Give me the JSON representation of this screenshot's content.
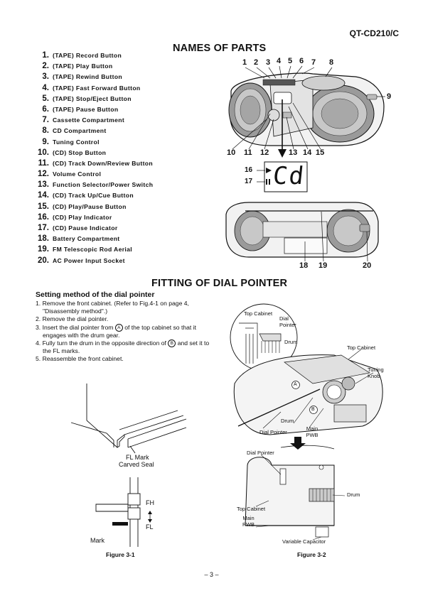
{
  "header": {
    "model": "QT-CD210/C"
  },
  "names_section": {
    "title": "NAMES OF PARTS",
    "parts": [
      {
        "num": "1.",
        "label": "(TAPE) Record Button"
      },
      {
        "num": "2.",
        "label": "(TAPE) Play Button"
      },
      {
        "num": "3.",
        "label": "(TAPE) Rewind Button"
      },
      {
        "num": "4.",
        "label": "(TAPE) Fast Forward Button"
      },
      {
        "num": "5.",
        "label": "(TAPE) Stop/Eject Button"
      },
      {
        "num": "6.",
        "label": "(TAPE) Pause Button"
      },
      {
        "num": "7.",
        "label": "Cassette Compartment"
      },
      {
        "num": "8.",
        "label": "CD Compartment"
      },
      {
        "num": "9.",
        "label": "Tuning Control"
      },
      {
        "num": "10.",
        "label": "(CD) Stop Button"
      },
      {
        "num": "11.",
        "label": "(CD) Track Down/Review Button"
      },
      {
        "num": "12.",
        "label": "Volume Control"
      },
      {
        "num": "13.",
        "label": "Function Selector/Power Switch"
      },
      {
        "num": "14.",
        "label": "(CD) Track Up/Cue Button"
      },
      {
        "num": "15.",
        "label": "(CD) Play/Pause Button"
      },
      {
        "num": "16.",
        "label": "(CD) Play Indicator"
      },
      {
        "num": "17.",
        "label": "(CD) Pause Indicator"
      },
      {
        "num": "18.",
        "label": "Battery Compartment"
      },
      {
        "num": "19.",
        "label": "FM Telescopic Rod Aerial"
      },
      {
        "num": "20.",
        "label": "AC Power Input Socket"
      }
    ],
    "callouts_top": [
      "1",
      "2",
      "3",
      "4",
      "5",
      "6",
      "7",
      "8"
    ],
    "callout_right": "9",
    "callouts_bottom": [
      "10",
      "11",
      "12",
      "13",
      "14",
      "15"
    ],
    "display": {
      "label_16": "16",
      "label_17": "17",
      "lcd_text": "Cd"
    },
    "callouts_back": [
      "18",
      "19",
      "20"
    ]
  },
  "fitting_section": {
    "title": "FITTING OF DIAL POINTER",
    "subtitle": "Setting method of the dial pointer",
    "steps": [
      {
        "n": "1.",
        "text": "Remove the front cabinet. (Refer to Fig.4-1 on page 4, \"Disassembly method\".)"
      },
      {
        "n": "2.",
        "text": "Remove the dial pointer."
      },
      {
        "n": "3.",
        "pre": "Insert the dial pointer from",
        "marker": "A",
        "post": "of the top cabinet so that it engages with the drum gear."
      },
      {
        "n": "4.",
        "pre": "Fully turn the drum in the opposite direction of",
        "marker": "B",
        "post": "and set it to the FL marks."
      },
      {
        "n": "5.",
        "text": "Reassemble the front cabinet."
      }
    ],
    "fig1": {
      "fl_mark": "FL Mark",
      "carved_seal": "Carved Seal",
      "fh": "FH",
      "fl": "FL",
      "mark": "Mark",
      "caption": "Figure 3-1"
    },
    "fig2": {
      "top_cabinet_1": "Top Cabinet",
      "dial_pointer_1": "Dial Pointer",
      "drum_1": "Drum",
      "top_cabinet_2": "Top Cabinet",
      "tuning_knob": "Tuning Knob",
      "marker_a": "A",
      "marker_b": "B",
      "drum_2": "Drum",
      "dial_pointer_2": "Dial Pointer",
      "main_pwb_1": "Main PWB",
      "dial_pointer_3": "Dial Pointer",
      "drum_3": "Drum",
      "top_cabinet_3": "Top Cabinet",
      "main_pwb_2": "Main PWB",
      "variable_capacitor": "Variable Capacitor",
      "caption": "Figure 3-2"
    }
  },
  "footer": {
    "page": "– 3 –"
  }
}
